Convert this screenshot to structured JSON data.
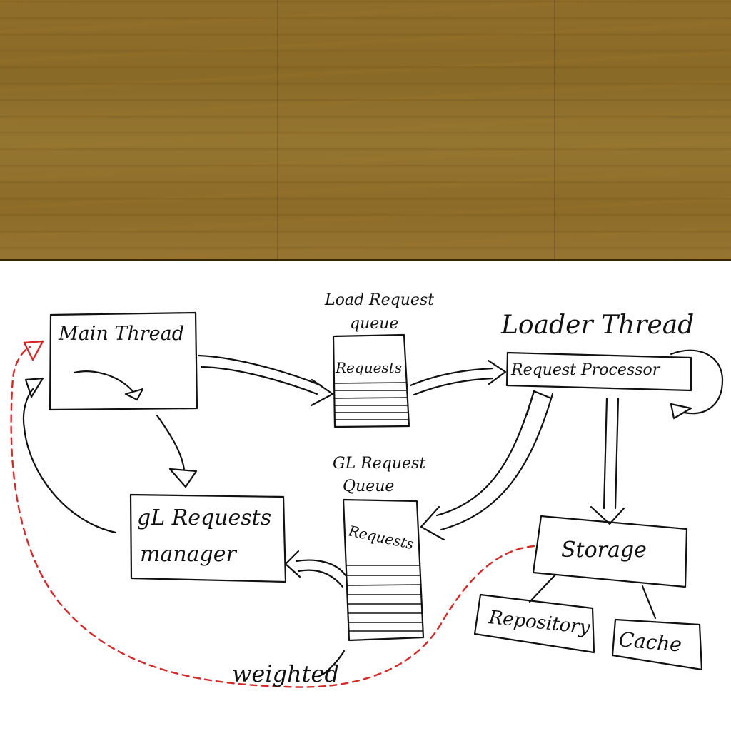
{
  "texture": {
    "name": "wood-texture",
    "color": "#8f6d2a"
  },
  "nodes": {
    "main_thread": "Main Thread",
    "load_queue_title_1": "Load Request",
    "load_queue_title_2": "queue",
    "load_queue_label": "Requests",
    "loader_thread": "Loader Thread",
    "request_processor": "Request Processor",
    "gl_queue_title_1": "GL Request",
    "gl_queue_title_2": "Queue",
    "gl_queue_label": "Requests",
    "gl_manager_1": "gL Requests",
    "gl_manager_2": "manager",
    "storage": "Storage",
    "repository": "Repository",
    "cache": "Cache",
    "weighted": "weighted"
  },
  "colors": {
    "ink": "#111111",
    "dashed": "#d42a2a",
    "texture": "#8f6d2a"
  }
}
